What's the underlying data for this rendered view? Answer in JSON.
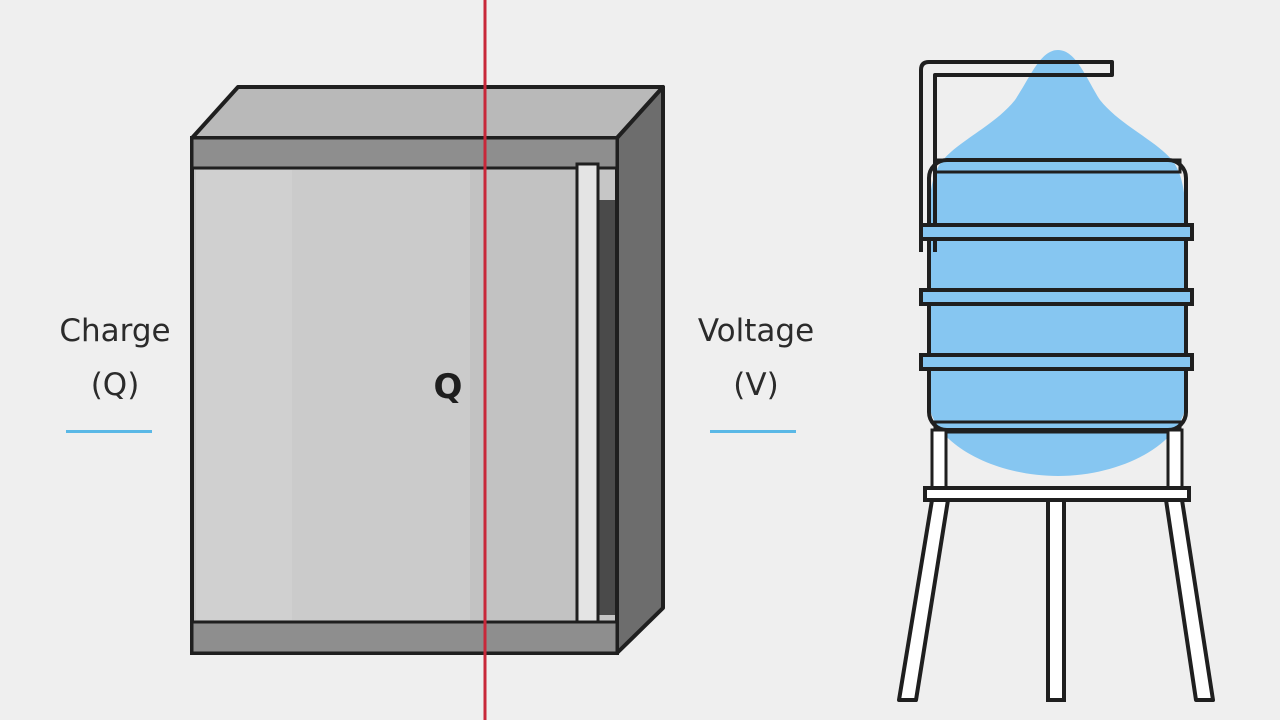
{
  "labels": {
    "charge_line1": "Charge",
    "charge_line2": "(Q)",
    "voltage_line1": "Voltage",
    "voltage_line2": "(V)",
    "cabinet_mark": "Q"
  },
  "colors": {
    "background": "#efefef",
    "divider": "#c8283a",
    "water": "#85c5f0",
    "accent_underline": "#5ab8e6",
    "cabinet_front": "#c4c4c4",
    "cabinet_side": "#6e6e6e",
    "cabinet_top": "#b8b8b8",
    "outline": "#1f1f1f"
  },
  "icons": {
    "left_object": "cabinet-capacitor-icon",
    "right_object": "water-tank-icon"
  }
}
